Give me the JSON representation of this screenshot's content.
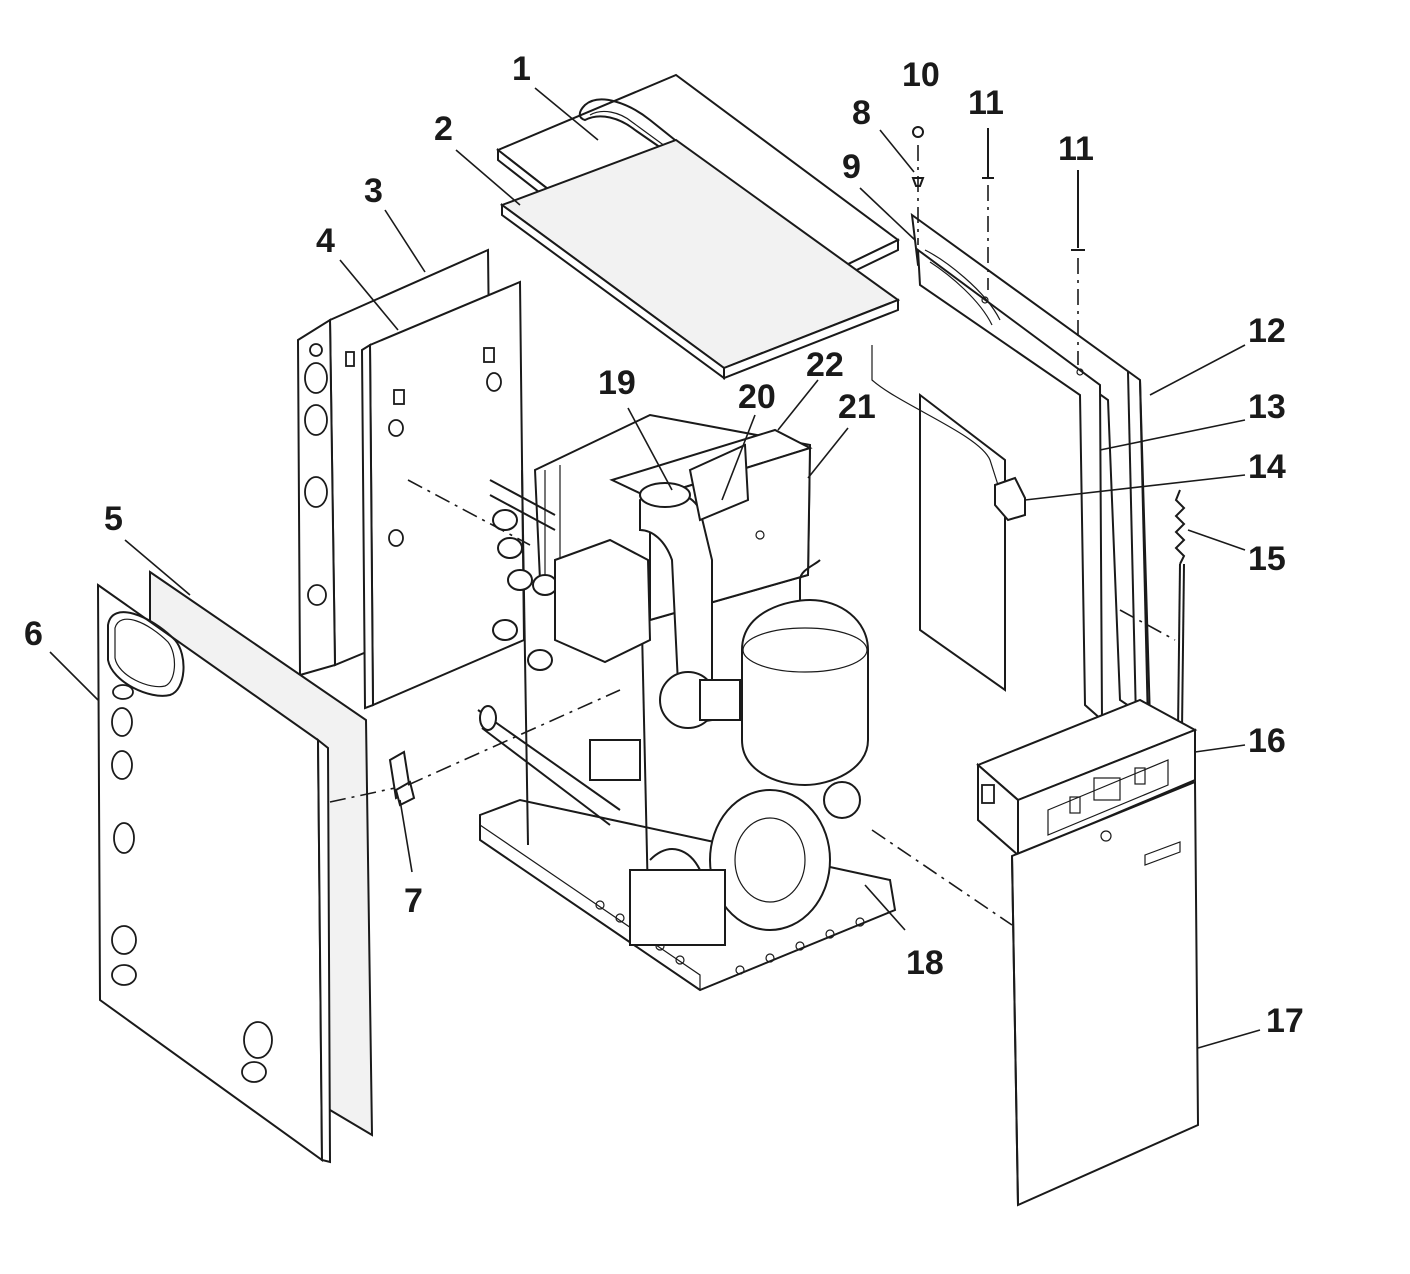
{
  "diagram": {
    "callouts": [
      {
        "id": "1",
        "label": "1"
      },
      {
        "id": "2",
        "label": "2"
      },
      {
        "id": "3",
        "label": "3"
      },
      {
        "id": "4",
        "label": "4"
      },
      {
        "id": "5",
        "label": "5"
      },
      {
        "id": "6",
        "label": "6"
      },
      {
        "id": "7",
        "label": "7"
      },
      {
        "id": "8",
        "label": "8"
      },
      {
        "id": "9",
        "label": "9"
      },
      {
        "id": "10",
        "label": "10"
      },
      {
        "id": "11a",
        "label": "11"
      },
      {
        "id": "11b",
        "label": "11"
      },
      {
        "id": "12",
        "label": "12"
      },
      {
        "id": "13",
        "label": "13"
      },
      {
        "id": "14",
        "label": "14"
      },
      {
        "id": "15",
        "label": "15"
      },
      {
        "id": "16",
        "label": "16"
      },
      {
        "id": "17",
        "label": "17"
      },
      {
        "id": "18",
        "label": "18"
      },
      {
        "id": "19",
        "label": "19"
      },
      {
        "id": "20",
        "label": "20"
      },
      {
        "id": "21",
        "label": "21"
      },
      {
        "id": "22",
        "label": "22"
      }
    ]
  }
}
